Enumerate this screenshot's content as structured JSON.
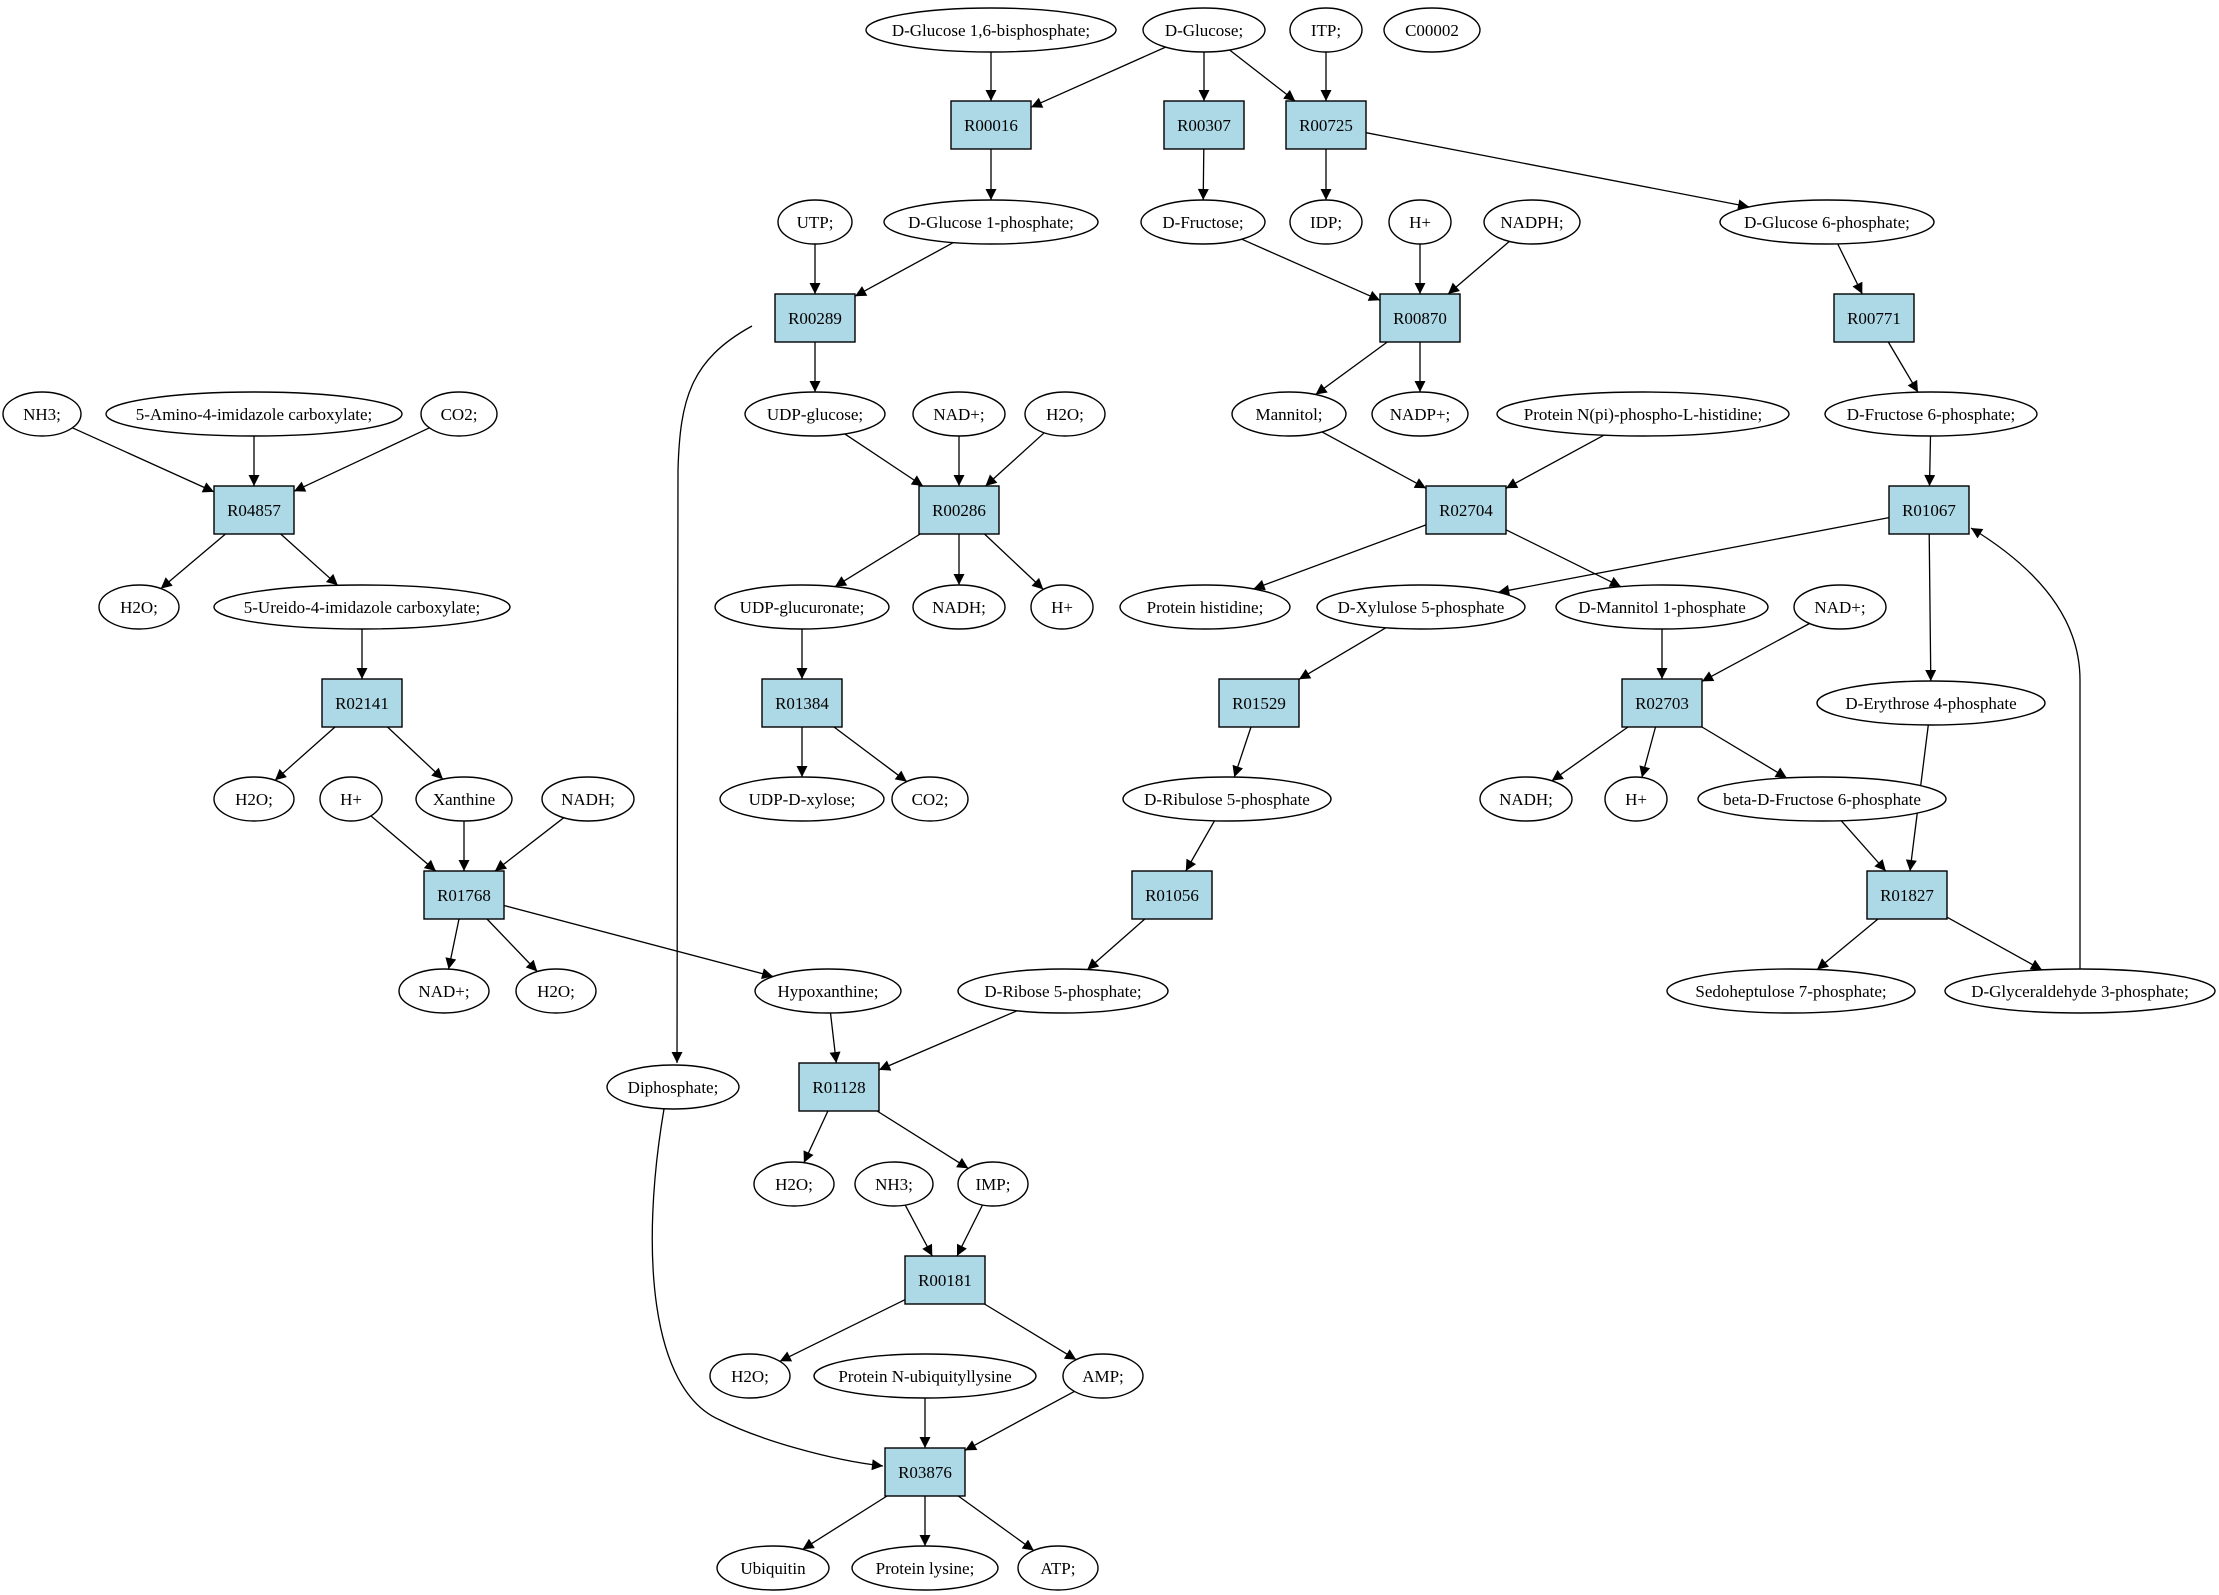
{
  "colors": {
    "compound_fill": "#ffffff",
    "reaction_fill": "#add8e6",
    "highlight_green": "#00ff00",
    "highlight_yellow": "#ffff00",
    "stroke": "#000000"
  },
  "nodes": [
    {
      "id": "g16bp",
      "label": "D-Glucose 1,6-bisphosphate;",
      "type": "compound"
    },
    {
      "id": "glc",
      "label": "D-Glucose;",
      "type": "compound",
      "highlight": "green"
    },
    {
      "id": "itp",
      "label": "ITP;",
      "type": "compound"
    },
    {
      "id": "c00002",
      "label": "C00002",
      "type": "compound",
      "highlight": "yellow"
    },
    {
      "id": "R00016",
      "label": "R00016",
      "type": "reaction"
    },
    {
      "id": "R00307",
      "label": "R00307",
      "type": "reaction"
    },
    {
      "id": "R00725",
      "label": "R00725",
      "type": "reaction"
    },
    {
      "id": "utp",
      "label": "UTP;",
      "type": "compound"
    },
    {
      "id": "g1p",
      "label": "D-Glucose 1-phosphate;",
      "type": "compound"
    },
    {
      "id": "fru",
      "label": "D-Fructose;",
      "type": "compound"
    },
    {
      "id": "idp",
      "label": "IDP;",
      "type": "compound"
    },
    {
      "id": "hplus1",
      "label": "H+",
      "type": "compound"
    },
    {
      "id": "nadph",
      "label": "NADPH;",
      "type": "compound"
    },
    {
      "id": "g6p",
      "label": "D-Glucose 6-phosphate;",
      "type": "compound"
    },
    {
      "id": "R00289",
      "label": "R00289",
      "type": "reaction"
    },
    {
      "id": "R00870",
      "label": "R00870",
      "type": "reaction"
    },
    {
      "id": "R00771",
      "label": "R00771",
      "type": "reaction"
    },
    {
      "id": "nh3a",
      "label": "NH3;",
      "type": "compound"
    },
    {
      "id": "aic",
      "label": "5-Amino-4-imidazole carboxylate;",
      "type": "compound"
    },
    {
      "id": "co2a",
      "label": "CO2;",
      "type": "compound"
    },
    {
      "id": "udpglc",
      "label": "UDP-glucose;",
      "type": "compound"
    },
    {
      "id": "nad1",
      "label": "NAD+;",
      "type": "compound"
    },
    {
      "id": "h2o1",
      "label": "H2O;",
      "type": "compound"
    },
    {
      "id": "mannitol",
      "label": "Mannitol;",
      "type": "compound"
    },
    {
      "id": "nadp",
      "label": "NADP+;",
      "type": "compound"
    },
    {
      "id": "pnhis",
      "label": "Protein N(pi)-phospho-L-histidine;",
      "type": "compound"
    },
    {
      "id": "f6p",
      "label": "D-Fructose 6-phosphate;",
      "type": "compound"
    },
    {
      "id": "R04857",
      "label": "R04857",
      "type": "reaction"
    },
    {
      "id": "R00286",
      "label": "R00286",
      "type": "reaction"
    },
    {
      "id": "R02704",
      "label": "R02704",
      "type": "reaction"
    },
    {
      "id": "R01067",
      "label": "R01067",
      "type": "reaction"
    },
    {
      "id": "h2o2",
      "label": "H2O;",
      "type": "compound"
    },
    {
      "id": "uic",
      "label": "5-Ureido-4-imidazole carboxylate;",
      "type": "compound"
    },
    {
      "id": "udpglcua",
      "label": "UDP-glucuronate;",
      "type": "compound"
    },
    {
      "id": "nadh1",
      "label": "NADH;",
      "type": "compound"
    },
    {
      "id": "hplus2",
      "label": "H+",
      "type": "compound"
    },
    {
      "id": "prothis",
      "label": "Protein histidine;",
      "type": "compound"
    },
    {
      "id": "xu5p",
      "label": "D-Xylulose 5-phosphate",
      "type": "compound"
    },
    {
      "id": "m1p",
      "label": "D-Mannitol 1-phosphate",
      "type": "compound"
    },
    {
      "id": "nad2",
      "label": "NAD+;",
      "type": "compound"
    },
    {
      "id": "R02141",
      "label": "R02141",
      "type": "reaction"
    },
    {
      "id": "R01384",
      "label": "R01384",
      "type": "reaction"
    },
    {
      "id": "R01529",
      "label": "R01529",
      "type": "reaction"
    },
    {
      "id": "R02703",
      "label": "R02703",
      "type": "reaction"
    },
    {
      "id": "e4p",
      "label": "D-Erythrose 4-phosphate",
      "type": "compound"
    },
    {
      "id": "h2o3",
      "label": "H2O;",
      "type": "compound"
    },
    {
      "id": "hplus3",
      "label": "H+",
      "type": "compound"
    },
    {
      "id": "xanthine",
      "label": "Xanthine",
      "type": "compound"
    },
    {
      "id": "nadh2",
      "label": "NADH;",
      "type": "compound"
    },
    {
      "id": "udpxyl",
      "label": "UDP-D-xylose;",
      "type": "compound"
    },
    {
      "id": "co2b",
      "label": "CO2;",
      "type": "compound"
    },
    {
      "id": "ru5p",
      "label": "D-Ribulose 5-phosphate",
      "type": "compound"
    },
    {
      "id": "nadh3",
      "label": "NADH;",
      "type": "compound"
    },
    {
      "id": "hplus4",
      "label": "H+",
      "type": "compound"
    },
    {
      "id": "bf6p",
      "label": "beta-D-Fructose 6-phosphate",
      "type": "compound"
    },
    {
      "id": "R01768",
      "label": "R01768",
      "type": "reaction"
    },
    {
      "id": "R01056",
      "label": "R01056",
      "type": "reaction"
    },
    {
      "id": "R01827",
      "label": "R01827",
      "type": "reaction"
    },
    {
      "id": "nad3",
      "label": "NAD+;",
      "type": "compound"
    },
    {
      "id": "h2o4",
      "label": "H2O;",
      "type": "compound"
    },
    {
      "id": "hypox",
      "label": "Hypoxanthine;",
      "type": "compound"
    },
    {
      "id": "r5p",
      "label": "D-Ribose 5-phosphate;",
      "type": "compound"
    },
    {
      "id": "s7p",
      "label": "Sedoheptulose 7-phosphate;",
      "type": "compound"
    },
    {
      "id": "gap",
      "label": "D-Glyceraldehyde 3-phosphate;",
      "type": "compound"
    },
    {
      "id": "diphos",
      "label": "Diphosphate;",
      "type": "compound"
    },
    {
      "id": "R01128",
      "label": "R01128",
      "type": "reaction"
    },
    {
      "id": "h2o5",
      "label": "H2O;",
      "type": "compound"
    },
    {
      "id": "nh3b",
      "label": "NH3;",
      "type": "compound"
    },
    {
      "id": "imp",
      "label": "IMP;",
      "type": "compound"
    },
    {
      "id": "R00181",
      "label": "R00181",
      "type": "reaction"
    },
    {
      "id": "h2o6",
      "label": "H2O;",
      "type": "compound"
    },
    {
      "id": "pnubq",
      "label": "Protein N-ubiquityllysine",
      "type": "compound"
    },
    {
      "id": "amp",
      "label": "AMP;",
      "type": "compound"
    },
    {
      "id": "R03876",
      "label": "R03876",
      "type": "reaction"
    },
    {
      "id": "ubq",
      "label": "Ubiquitin",
      "type": "compound"
    },
    {
      "id": "plys",
      "label": "Protein lysine;",
      "type": "compound"
    },
    {
      "id": "atp",
      "label": "ATP;",
      "type": "compound"
    }
  ],
  "edges": [
    {
      "from": "g16bp",
      "to": "R00016"
    },
    {
      "from": "glc",
      "to": "R00016"
    },
    {
      "from": "glc",
      "to": "R00307"
    },
    {
      "from": "glc",
      "to": "R00725"
    },
    {
      "from": "itp",
      "to": "R00725"
    },
    {
      "from": "R00016",
      "to": "g1p"
    },
    {
      "from": "R00307",
      "to": "fru"
    },
    {
      "from": "R00725",
      "to": "idp"
    },
    {
      "from": "R00725",
      "to": "g6p"
    },
    {
      "from": "utp",
      "to": "R00289"
    },
    {
      "from": "g1p",
      "to": "R00289"
    },
    {
      "from": "fru",
      "to": "R00870"
    },
    {
      "from": "hplus1",
      "to": "R00870"
    },
    {
      "from": "nadph",
      "to": "R00870"
    },
    {
      "from": "g6p",
      "to": "R00771"
    },
    {
      "from": "R00289",
      "to": "udpglc"
    },
    {
      "from": "R00289",
      "to": "diphos"
    },
    {
      "from": "R00870",
      "to": "mannitol"
    },
    {
      "from": "R00870",
      "to": "nadp"
    },
    {
      "from": "R00771",
      "to": "f6p"
    },
    {
      "from": "nh3a",
      "to": "R04857"
    },
    {
      "from": "aic",
      "to": "R04857"
    },
    {
      "from": "co2a",
      "to": "R04857"
    },
    {
      "from": "udpglc",
      "to": "R00286"
    },
    {
      "from": "nad1",
      "to": "R00286"
    },
    {
      "from": "h2o1",
      "to": "R00286"
    },
    {
      "from": "mannitol",
      "to": "R02704"
    },
    {
      "from": "pnhis",
      "to": "R02704"
    },
    {
      "from": "f6p",
      "to": "R01067"
    },
    {
      "from": "R04857",
      "to": "h2o2"
    },
    {
      "from": "R04857",
      "to": "uic"
    },
    {
      "from": "R00286",
      "to": "udpglcua"
    },
    {
      "from": "R00286",
      "to": "nadh1"
    },
    {
      "from": "R00286",
      "to": "hplus2"
    },
    {
      "from": "R02704",
      "to": "prothis"
    },
    {
      "from": "R02704",
      "to": "m1p"
    },
    {
      "from": "R01067",
      "to": "xu5p"
    },
    {
      "from": "R01067",
      "to": "e4p"
    },
    {
      "from": "uic",
      "to": "R02141"
    },
    {
      "from": "udpglcua",
      "to": "R01384"
    },
    {
      "from": "xu5p",
      "to": "R01529"
    },
    {
      "from": "m1p",
      "to": "R02703"
    },
    {
      "from": "nad2",
      "to": "R02703"
    },
    {
      "from": "R02141",
      "to": "h2o3"
    },
    {
      "from": "R02141",
      "to": "xanthine"
    },
    {
      "from": "R01384",
      "to": "udpxyl"
    },
    {
      "from": "R01384",
      "to": "co2b"
    },
    {
      "from": "R01529",
      "to": "ru5p"
    },
    {
      "from": "R02703",
      "to": "nadh3"
    },
    {
      "from": "R02703",
      "to": "hplus4"
    },
    {
      "from": "R02703",
      "to": "bf6p"
    },
    {
      "from": "hplus3",
      "to": "R01768"
    },
    {
      "from": "xanthine",
      "to": "R01768"
    },
    {
      "from": "nadh2",
      "to": "R01768"
    },
    {
      "from": "ru5p",
      "to": "R01056"
    },
    {
      "from": "bf6p",
      "to": "R01827"
    },
    {
      "from": "e4p",
      "to": "R01827"
    },
    {
      "from": "R01768",
      "to": "nad3"
    },
    {
      "from": "R01768",
      "to": "h2o4"
    },
    {
      "from": "R01768",
      "to": "hypox"
    },
    {
      "from": "R01056",
      "to": "r5p"
    },
    {
      "from": "R01827",
      "to": "s7p"
    },
    {
      "from": "R01827",
      "to": "gap"
    },
    {
      "from": "gap",
      "to": "R01067"
    },
    {
      "from": "hypox",
      "to": "R01128"
    },
    {
      "from": "r5p",
      "to": "R01128"
    },
    {
      "from": "R01128",
      "to": "h2o5"
    },
    {
      "from": "R01128",
      "to": "imp"
    },
    {
      "from": "nh3b",
      "to": "R00181"
    },
    {
      "from": "imp",
      "to": "R00181"
    },
    {
      "from": "R00181",
      "to": "h2o6"
    },
    {
      "from": "R00181",
      "to": "amp"
    },
    {
      "from": "diphos",
      "to": "R03876"
    },
    {
      "from": "pnubq",
      "to": "R03876"
    },
    {
      "from": "amp",
      "to": "R03876"
    },
    {
      "from": "R03876",
      "to": "ubq"
    },
    {
      "from": "R03876",
      "to": "plys"
    },
    {
      "from": "R03876",
      "to": "atp"
    }
  ]
}
